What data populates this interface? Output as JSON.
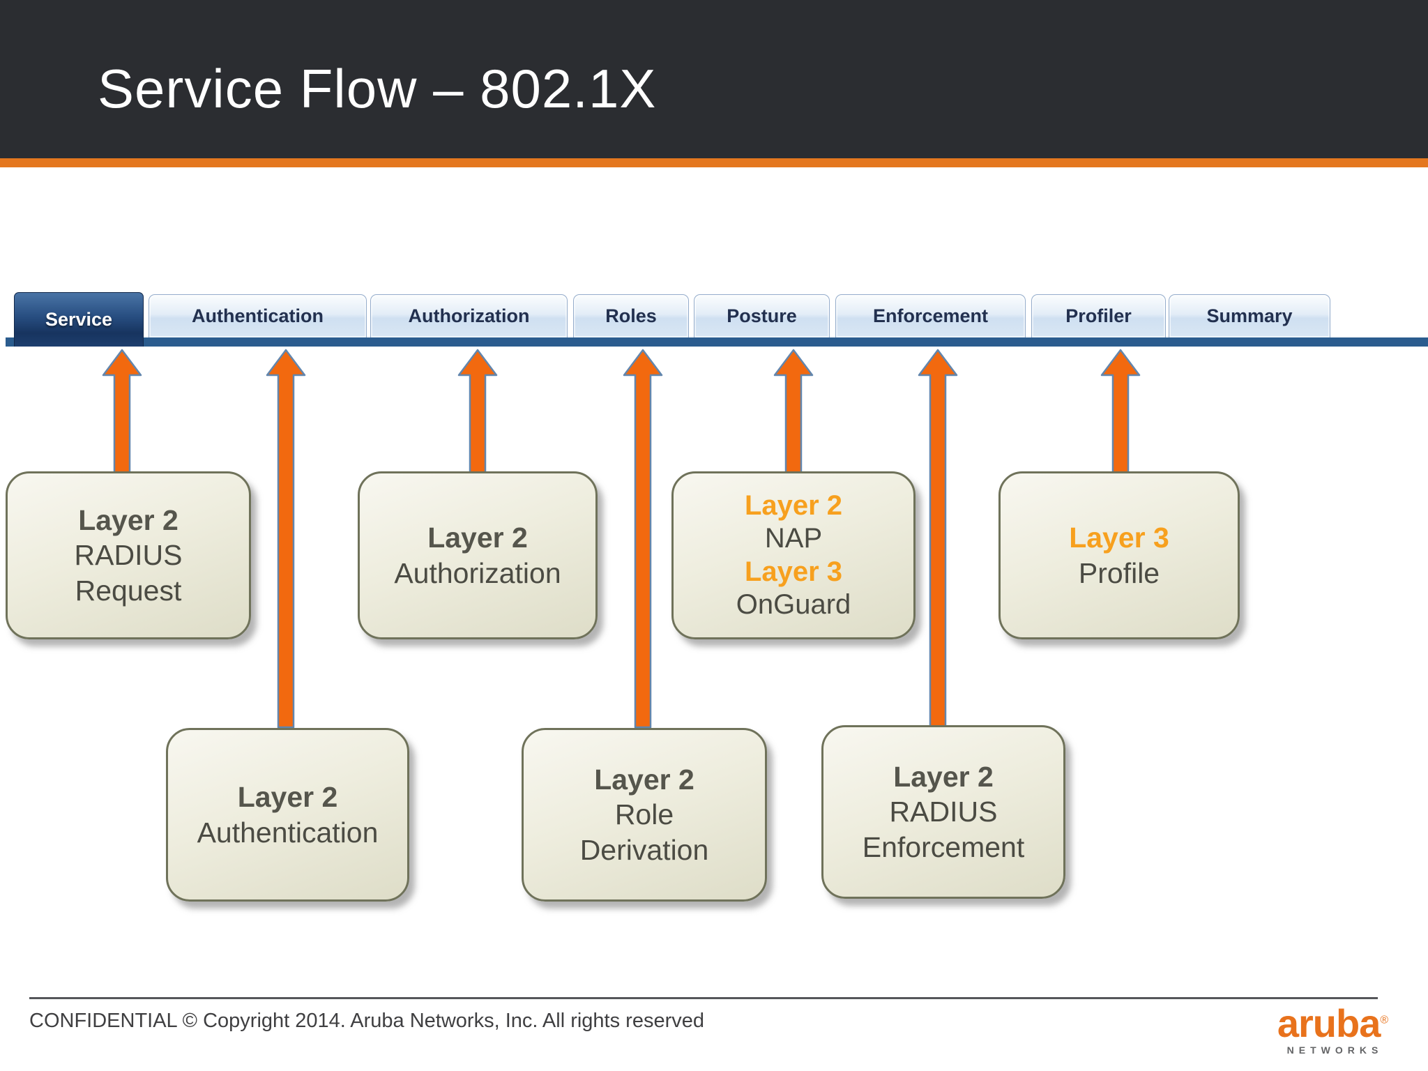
{
  "title": "Service Flow – 802.1X",
  "tabs": [
    {
      "label": "Service",
      "active": true
    },
    {
      "label": "Authentication",
      "active": false
    },
    {
      "label": "Authorization",
      "active": false
    },
    {
      "label": "Roles",
      "active": false
    },
    {
      "label": "Posture",
      "active": false
    },
    {
      "label": "Enforcement",
      "active": false
    },
    {
      "label": "Profiler",
      "active": false
    },
    {
      "label": "Summary",
      "active": false
    }
  ],
  "boxes": [
    {
      "target_tab": "Service",
      "lines": [
        {
          "text": "Layer 2",
          "style": "bold"
        },
        {
          "text": "RADIUS",
          "style": "plain"
        },
        {
          "text": "Request",
          "style": "plain"
        }
      ]
    },
    {
      "target_tab": "Authentication",
      "lines": [
        {
          "text": "Layer 2",
          "style": "bold"
        },
        {
          "text": "Authentication",
          "style": "plain"
        }
      ]
    },
    {
      "target_tab": "Authorization",
      "lines": [
        {
          "text": "Layer 2",
          "style": "bold"
        },
        {
          "text": "Authorization",
          "style": "plain"
        }
      ]
    },
    {
      "target_tab": "Roles",
      "lines": [
        {
          "text": "Layer 2",
          "style": "bold"
        },
        {
          "text": "Role",
          "style": "plain"
        },
        {
          "text": "Derivation",
          "style": "plain"
        }
      ]
    },
    {
      "target_tab": "Posture",
      "lines": [
        {
          "text": "Layer 2",
          "style": "orange"
        },
        {
          "text": "NAP",
          "style": "plain"
        },
        {
          "text": "Layer 3",
          "style": "orange"
        },
        {
          "text": "OnGuard",
          "style": "plain"
        }
      ]
    },
    {
      "target_tab": "Enforcement",
      "lines": [
        {
          "text": "Layer 2",
          "style": "bold"
        },
        {
          "text": "RADIUS",
          "style": "plain"
        },
        {
          "text": "Enforcement",
          "style": "plain"
        }
      ]
    },
    {
      "target_tab": "Profiler",
      "lines": [
        {
          "text": "Layer 3",
          "style": "orange"
        },
        {
          "text": "Profile",
          "style": "plain"
        }
      ]
    }
  ],
  "footer": {
    "text": "CONFIDENTIAL © Copyright 2014. Aruba Networks, Inc. All rights reserved",
    "logo_brand": "aruba",
    "logo_mark": "®",
    "logo_sub": "NETWORKS"
  },
  "colors": {
    "header_bg": "#2b2d31",
    "accent_orange": "#e4771f",
    "arrow_orange": "#f2690f",
    "arrow_outline": "#6286ad",
    "layer_text_orange": "#f7a01e",
    "tab_bar_blue": "#2b5c8e",
    "active_tab_blue": "#17345f",
    "box_border": "#6f725a",
    "box_text": "#4b4b43"
  }
}
